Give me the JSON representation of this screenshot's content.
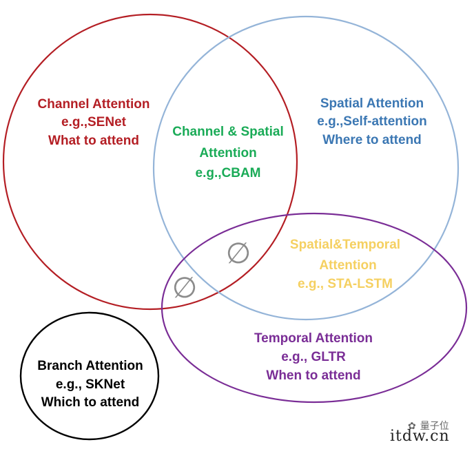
{
  "channel": {
    "lines": [
      "Channel Attention",
      "e.g.,SENet",
      "What to attend"
    ],
    "color": "#b41e24"
  },
  "spatial": {
    "lines": [
      "Spatial Attention",
      "e.g.,Self-attention",
      "Where to attend"
    ],
    "color": "#3b77b3"
  },
  "channel_spatial": {
    "lines": [
      "Channel & Spatial",
      "Attention",
      "e.g.,CBAM"
    ],
    "color": "#1aab57"
  },
  "spatial_temporal": {
    "lines": [
      "Spatial&Temporal",
      "Attention",
      "e.g., STA-LSTM"
    ],
    "color": "#f5d061"
  },
  "temporal": {
    "lines": [
      "Temporal Attention",
      "e.g., GLTR",
      "When to attend"
    ],
    "color": "#7a2d96"
  },
  "branch": {
    "lines": [
      "Branch Attention",
      "e.g., SKNet",
      "Which to attend"
    ],
    "color": "#000000"
  },
  "empty_set_symbol": "∅",
  "spatial_circle_color": "#94b4d8",
  "watermark": {
    "brand": "量子位",
    "site": "itdw.cn"
  }
}
